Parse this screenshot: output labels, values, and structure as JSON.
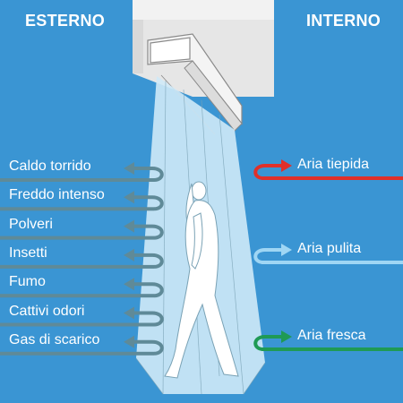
{
  "headers": {
    "outside": "ESTERNO",
    "inside": "INTERNO"
  },
  "blocked_items": [
    {
      "label": "Caldo torrido"
    },
    {
      "label": "Freddo intenso"
    },
    {
      "label": "Polveri"
    },
    {
      "label": "Insetti"
    },
    {
      "label": "Fumo"
    },
    {
      "label": "Cattivi odori"
    },
    {
      "label": "Gas di scarico"
    }
  ],
  "retained_items": [
    {
      "label": "Aria tiepida",
      "color": "#e0302a"
    },
    {
      "label": "Aria pulita",
      "color": "#9fd6f4"
    },
    {
      "label": "Aria fresca",
      "color": "#1f9a55"
    }
  ],
  "colors": {
    "background": "#3a95d3",
    "wall": "#f2f2f2",
    "air_curtain_flow": "#cfe9f7",
    "blocked_arrow": "#5f8a98"
  },
  "icons": {
    "device": "air-curtain-unit",
    "person": "walking-woman-silhouette"
  }
}
